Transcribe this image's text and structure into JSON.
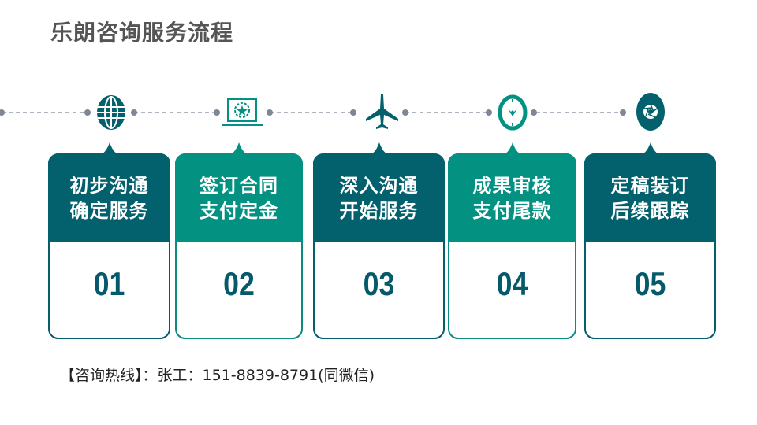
{
  "title": "乐朗咨询服务流程",
  "colors": {
    "dark": "#03616d",
    "teal": "#039182",
    "dot": "#7f8696",
    "title": "#555555"
  },
  "steps": [
    {
      "icon": "globe-icon",
      "line1": "初步沟通",
      "line2": "确定服务",
      "number": "01",
      "style": "dark"
    },
    {
      "icon": "laptop-star-icon",
      "line1": "签订合同",
      "line2": "支付定金",
      "number": "02",
      "style": "teal"
    },
    {
      "icon": "airplane-icon",
      "line1": "深入沟通",
      "line2": "开始服务",
      "number": "03",
      "style": "dark"
    },
    {
      "icon": "clock-icon",
      "line1": "成果审核",
      "line2": "支付尾款",
      "number": "04",
      "style": "teal"
    },
    {
      "icon": "aperture-icon",
      "line1": "定稿装订",
      "line2": "后续跟踪",
      "number": "05",
      "style": "dark"
    }
  ],
  "hotline": "【咨询热线】：张工：151-8839-8791(同微信)"
}
